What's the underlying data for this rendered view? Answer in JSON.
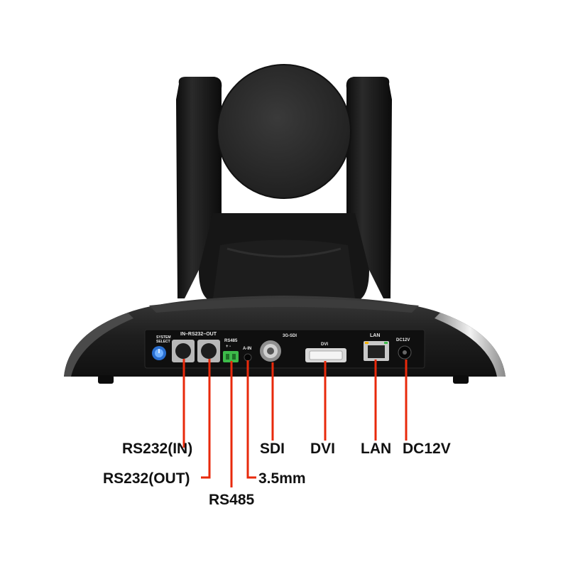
{
  "colors": {
    "body": "#1b1b1b",
    "base_top": "#2a2a2a",
    "panel": "#101010",
    "leader": "#e8290b",
    "label": "#111111",
    "terminal": "#3dbb4a",
    "silver": "#cfcfcf"
  },
  "panel_labels": {
    "system": "SYSTEM",
    "select": "SELECT",
    "rs232_io": "IN–RS232–OUT",
    "rs485": "RS485",
    "plus_minus": "+   -",
    "a_in": "A-IN",
    "sdi": "3G-SDI",
    "dvi": "DVI",
    "lan": "LAN",
    "dc": "DC12V"
  },
  "callouts": {
    "rs232_in": "RS232(IN)",
    "rs232_out": "RS232(OUT)",
    "rs485": "RS485",
    "a_in": "3.5mm",
    "sdi": "SDI",
    "dvi": "DVI",
    "lan": "LAN",
    "dc": "DC12V"
  }
}
